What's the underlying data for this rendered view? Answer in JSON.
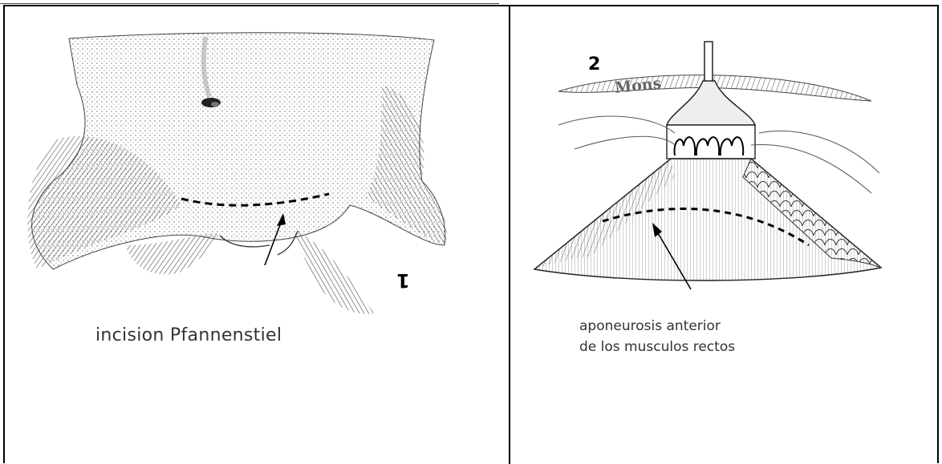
{
  "panels": [
    {
      "number": "1",
      "caption": "incision Pfannenstiel"
    },
    {
      "number": "2",
      "label_mons": "Mons",
      "caption_line1": "aponeurosis anterior",
      "caption_line2": "de los musculos rectos"
    }
  ],
  "colors": {
    "ink": "#222222",
    "shading": "#555555",
    "border": "#000000"
  }
}
